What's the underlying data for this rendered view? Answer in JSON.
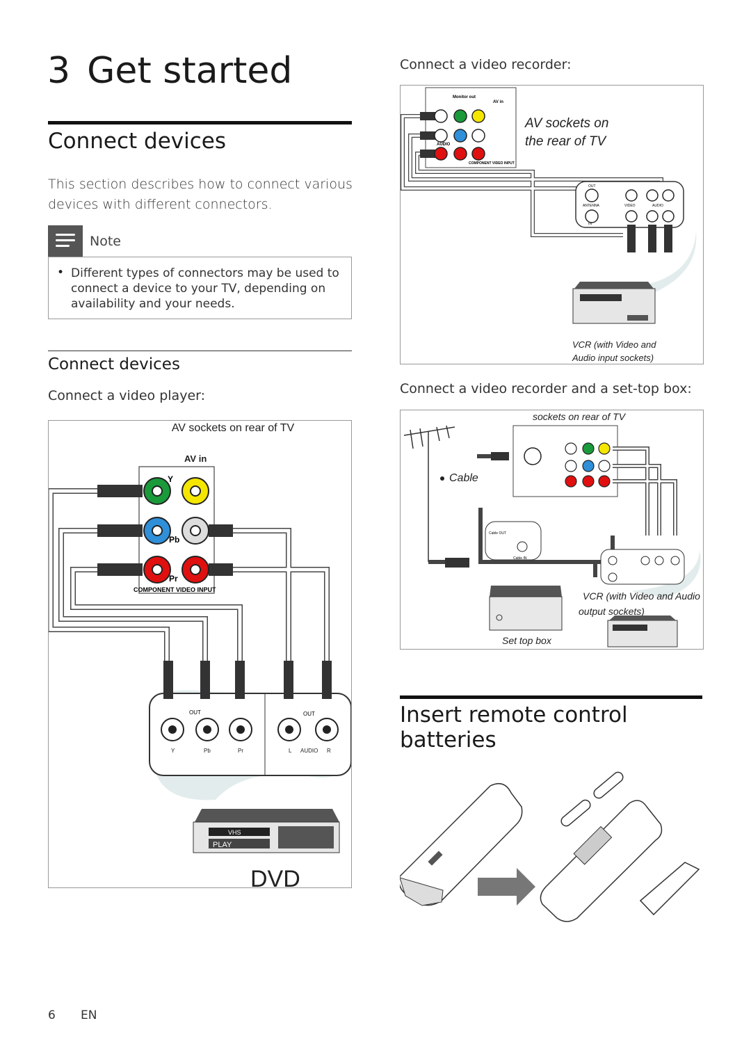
{
  "chapter": {
    "number": "3",
    "title": "Get started"
  },
  "connect_section": {
    "heading": "Connect devices",
    "intro_line1": "This section describes how to connect various",
    "intro_line2": "devices with different connectors.",
    "note": {
      "label": "Note",
      "bullet": "•",
      "line1": "Different types of connectors may be used to",
      "line2": "connect a device to your TV, depending on",
      "line3": "availability and your needs."
    },
    "subheading": "Connect devices",
    "video_player_caption": "Connect a video player:",
    "video_recorder_caption": "Connect a video recorder:",
    "recorder_settop_caption": "Connect a video recorder and a set-top box:"
  },
  "figure_player": {
    "title": "AV sockets on rear of TV",
    "av_in": "AV in",
    "y": "Y",
    "pb": "Pb",
    "pr": "Pr",
    "component": "COMPONENT VIDEO INPUT",
    "out1": "OUT",
    "out2": "OUT",
    "label_y": "Y",
    "label_pb": "Pb",
    "label_pr": "Pr",
    "label_l": "L",
    "label_audio": "AUDIO",
    "label_r": "R",
    "vhs": "VHS",
    "play": "PLAY",
    "dvd": "DVD"
  },
  "figure_recorder": {
    "monitor_out": "Monitor out",
    "av_in": "AV in",
    "audio": "AUDIO",
    "component": "COMPONENT VIDEO INPUT",
    "sockets_line1": "AV sockets on",
    "sockets_line2": "the rear of TV",
    "out": "OUT",
    "in": "IN",
    "antenna": "ANTENNA",
    "video": "VIDEO",
    "audio_small": "AUDIO",
    "vcr_line1": "VCR (with Video and",
    "vcr_line2": "Audio input sockets)"
  },
  "figure_settop": {
    "sockets": "sockets on rear of TV",
    "cable": "Cable",
    "cable_out": "Cable OUT",
    "cable_in": "Cable IN",
    "vcr_line1": "VCR (with Video and Audio",
    "vcr_line2": "output sockets)",
    "settop": "Set top box"
  },
  "batteries": {
    "heading_line1": "Insert remote control",
    "heading_line2": "batteries"
  },
  "footer": {
    "page": "6",
    "lang": "EN"
  }
}
